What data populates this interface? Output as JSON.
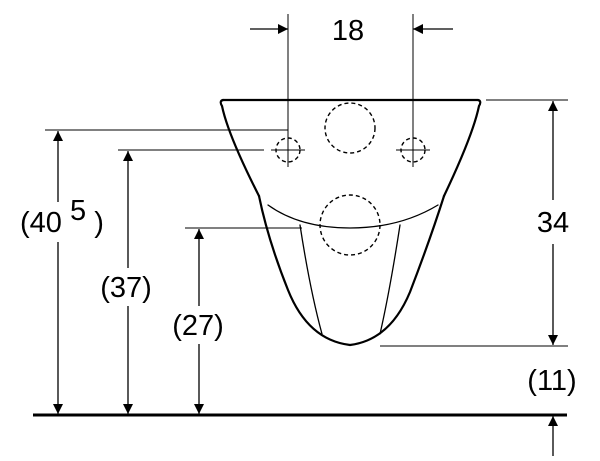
{
  "diagram": {
    "labels": {
      "top_width": "18",
      "right_height": "34",
      "outer_height_prefix": "(40",
      "outer_height_sup": "5",
      "outer_height_suffix": ")",
      "mid_height": "(37)",
      "low_height": "(27)",
      "bottom_offset": "(11)"
    },
    "colors": {
      "line": "#000000",
      "background": "#ffffff"
    }
  }
}
